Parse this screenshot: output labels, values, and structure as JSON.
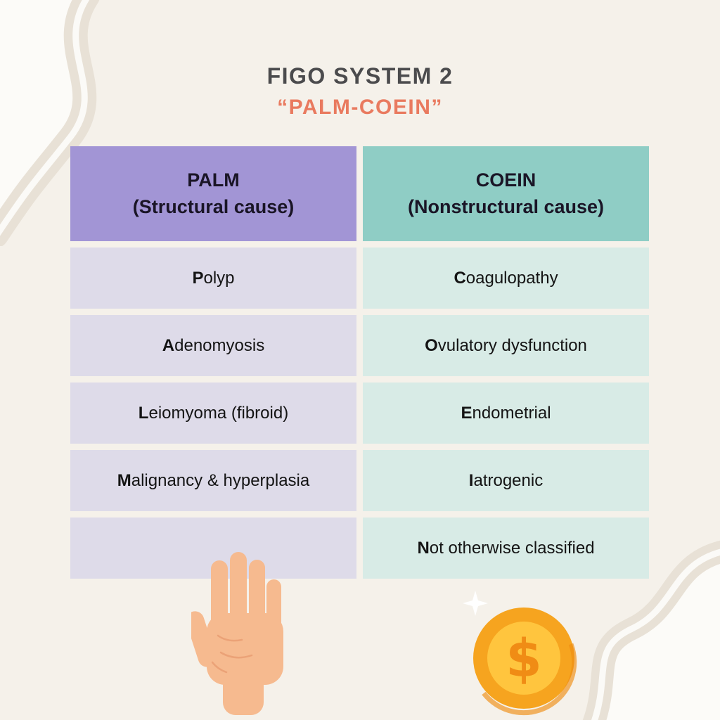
{
  "page": {
    "title": "FIGO SYSTEM 2",
    "subtitle": "“PALM-COEIN”"
  },
  "table": {
    "columns": [
      {
        "id": "palm",
        "header_line1": "PALM",
        "header_line2": "(Structural cause)",
        "header_color": "#a295d5",
        "cell_color": "#dedbe9",
        "items": [
          {
            "lead": "P",
            "rest": "olyp"
          },
          {
            "lead": "A",
            "rest": "denomyosis"
          },
          {
            "lead": "L",
            "rest": "eiomyoma (fibroid)"
          },
          {
            "lead": "M",
            "rest": "alignancy & hyperplasia"
          },
          {
            "lead": "",
            "rest": ""
          }
        ]
      },
      {
        "id": "coein",
        "header_line1": "COEIN",
        "header_line2": "(Nonstructural cause)",
        "header_color": "#8fcdc5",
        "cell_color": "#d8ebe6",
        "items": [
          {
            "lead": "C",
            "rest": "oagulopathy"
          },
          {
            "lead": "O",
            "rest": "vulatory dysfunction"
          },
          {
            "lead": "E",
            "rest": "ndometrial"
          },
          {
            "lead": "I",
            "rest": "atrogenic"
          },
          {
            "lead": "N",
            "rest": "ot otherwise classified"
          }
        ]
      }
    ]
  },
  "illustrations": {
    "hand": "open-palm-hand",
    "coin": "gold-dollar-coin"
  },
  "colors": {
    "background": "#f5f1ea",
    "title": "#4b4b4d",
    "subtitle_accent": "#e97a5f",
    "decor_beige": "#e8e1d6",
    "coin_outer": "#f6a41f",
    "coin_inner": "#ffc53e",
    "skin": "#f6ba8f"
  }
}
